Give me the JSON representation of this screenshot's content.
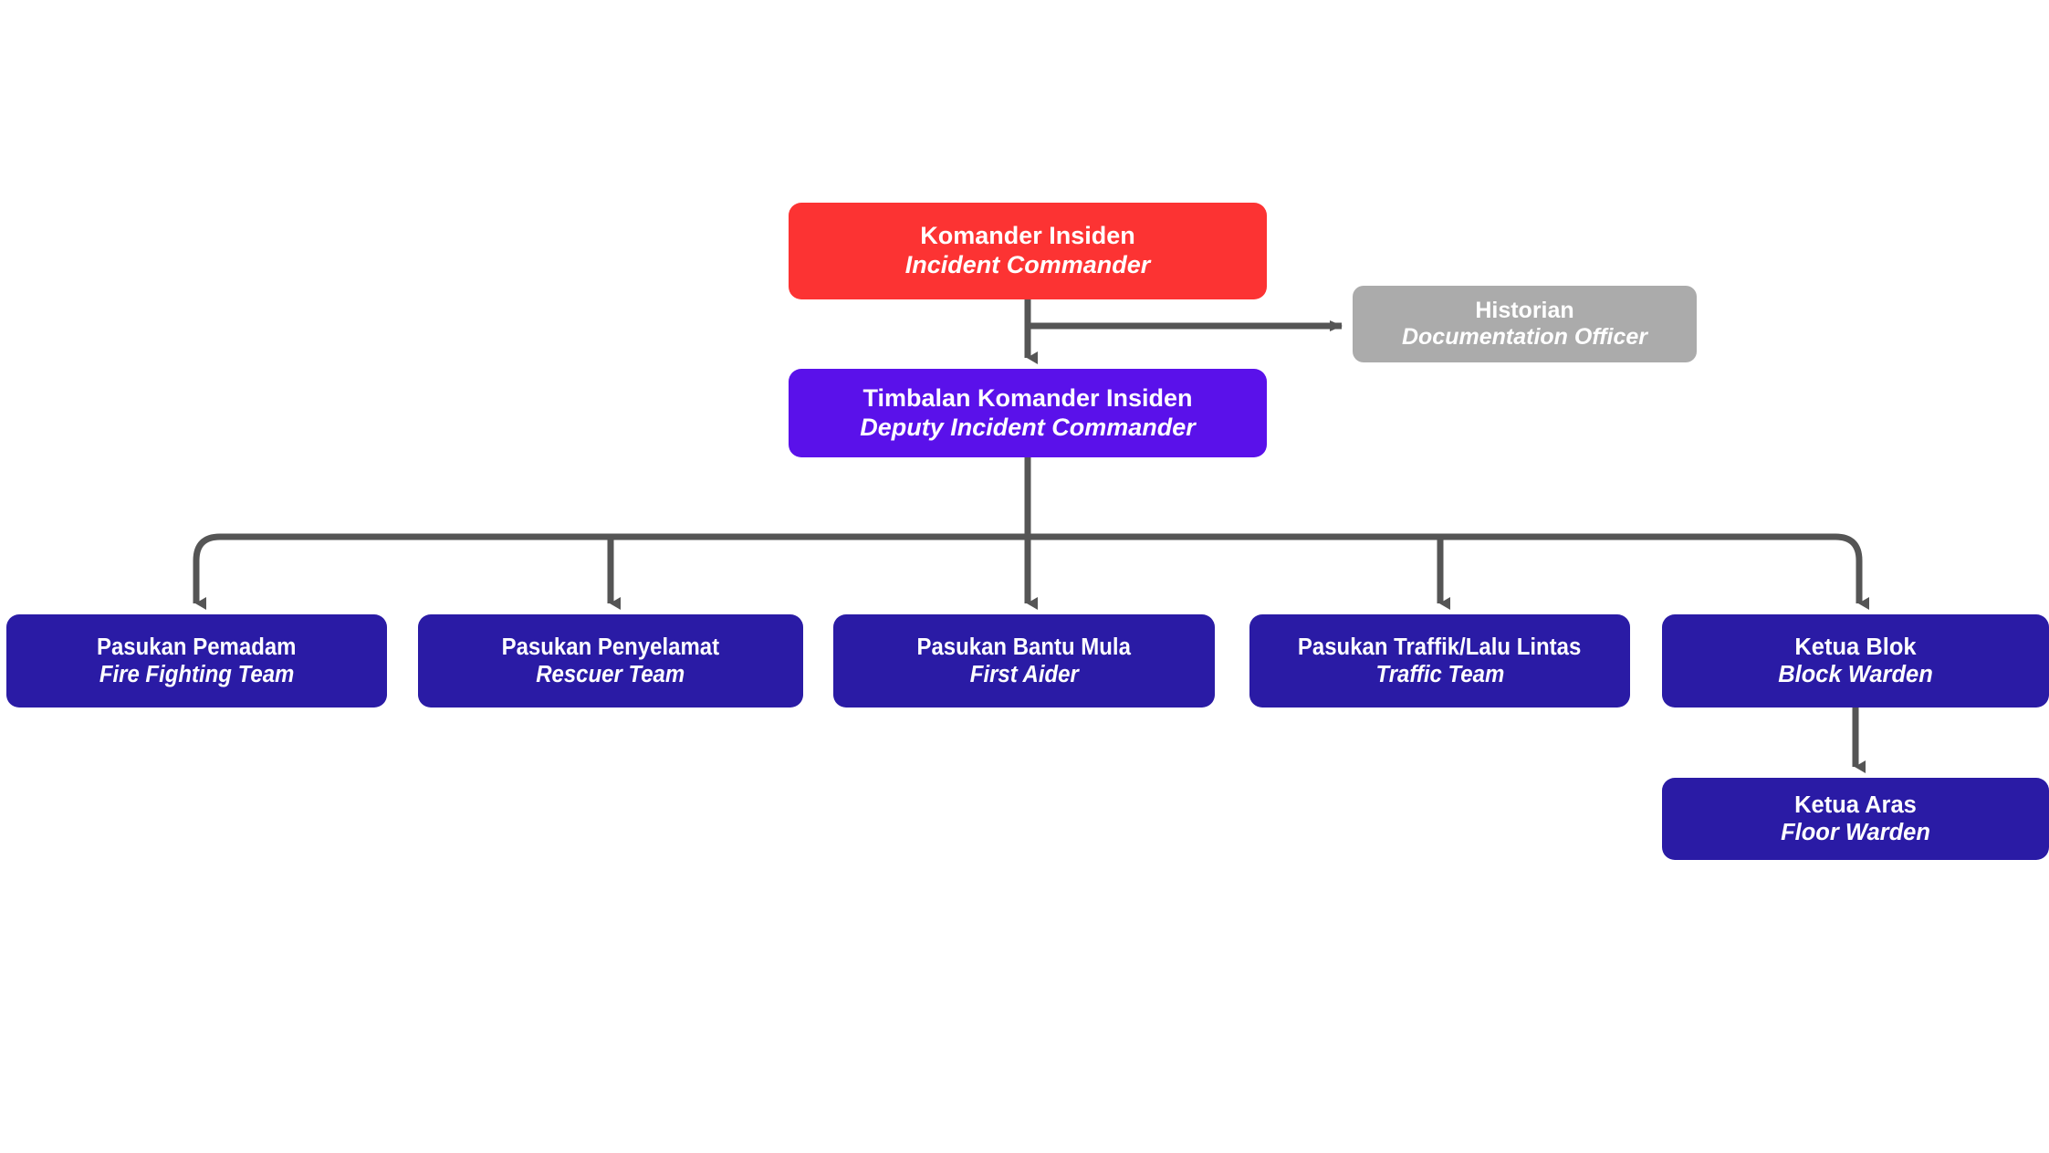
{
  "diagram": {
    "type": "organizational-chart",
    "title_visible": false,
    "background_color": "#ffffff",
    "connector_color": "#555555",
    "colors": {
      "commander_red": "#FC3333",
      "deputy_purple": "#5A11EA",
      "team_blue": "#2A1BA5",
      "historian_gray": "#ABABAB",
      "text_white": "#ffffff"
    },
    "nodes": {
      "commander": {
        "title": "Komander Insiden",
        "subtitle": "Incident Commander",
        "color": "#FC3333",
        "level": 1
      },
      "historian": {
        "title": "Historian",
        "subtitle": "Documentation Officer",
        "color": "#ABABAB",
        "level": 1.5
      },
      "deputy": {
        "title": "Timbalan Komander Insiden",
        "subtitle": "Deputy Incident Commander",
        "color": "#5A11EA",
        "level": 2
      },
      "teams": [
        {
          "title": "Pasukan Pemadam",
          "subtitle": "Fire Fighting Team",
          "color": "#2A1BA5",
          "level": 3
        },
        {
          "title": "Pasukan Penyelamat",
          "subtitle": "Rescuer Team",
          "color": "#2A1BA5",
          "level": 3
        },
        {
          "title": "Pasukan Bantu Mula",
          "subtitle": "First Aider",
          "color": "#2A1BA5",
          "level": 3
        },
        {
          "title": "Pasukan Traffik/Lalu Lintas",
          "subtitle": "Traffic Team",
          "color": "#2A1BA5",
          "level": 3
        },
        {
          "title": "Ketua Blok",
          "subtitle": "Block Warden",
          "color": "#2A1BA5",
          "level": 3
        }
      ],
      "floor_warden": {
        "title": "Ketua Aras",
        "subtitle": "Floor Warden",
        "color": "#2A1BA5",
        "level": 4
      }
    },
    "edges": [
      {
        "from": "commander",
        "to": "deputy",
        "style": "vertical-arrow"
      },
      {
        "from": "commander",
        "to": "historian",
        "style": "elbow-right-arrow"
      },
      {
        "from": "deputy",
        "to": "Pasukan Pemadam",
        "style": "bus-branch-arrow"
      },
      {
        "from": "deputy",
        "to": "Pasukan Penyelamat",
        "style": "bus-branch-arrow"
      },
      {
        "from": "deputy",
        "to": "Pasukan Bantu Mula",
        "style": "bus-branch-arrow"
      },
      {
        "from": "deputy",
        "to": "Pasukan Traffik/Lalu Lintas",
        "style": "bus-branch-arrow"
      },
      {
        "from": "deputy",
        "to": "Ketua Blok",
        "style": "bus-branch-arrow"
      },
      {
        "from": "Ketua Blok",
        "to": "floor_warden",
        "style": "vertical-arrow"
      }
    ]
  }
}
